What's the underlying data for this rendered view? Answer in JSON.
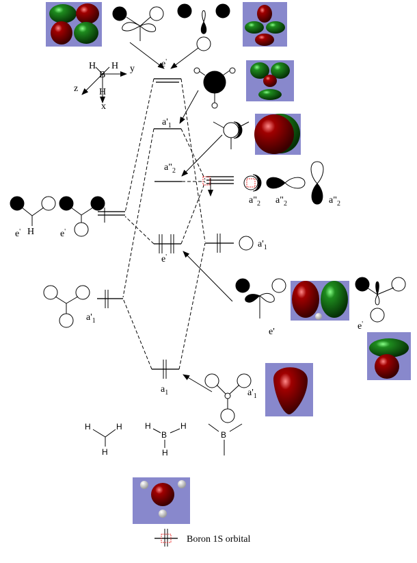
{
  "title": "BH3 molecular orbital diagram",
  "colors": {
    "orbital_background": "#8888cc",
    "positive_lobe": "#8b0000",
    "negative_lobe": "#1e7a1e"
  },
  "axes": {
    "x": "x",
    "y": "y",
    "z": "z",
    "boron": "B",
    "hydrogen": "H"
  },
  "mo_levels": {
    "e_antibonding": {
      "main": "e",
      "sup": "'"
    },
    "a1_antibonding": {
      "main": "a'",
      "sub": "1"
    },
    "a2_nonbonding": {
      "main": "a\"",
      "sub": "2"
    },
    "e_bonding": {
      "main": "e",
      "sup": "'"
    },
    "a1_bonding": {
      "main": "a",
      "sub": "1"
    }
  },
  "h3_fragment": {
    "e1": {
      "main": "e",
      "sup": "'"
    },
    "e2": {
      "main": "e",
      "sup": "'"
    },
    "e_h_label": "H",
    "a1": {
      "main": "a'",
      "sub": "1"
    }
  },
  "boron_fragment": {
    "a2_labels": [
      {
        "main": "a\"",
        "sub": "2"
      },
      {
        "main": "a\"",
        "sub": "2"
      },
      {
        "main": "a\"",
        "sub": "2"
      }
    ],
    "a1": {
      "main": "a'",
      "sub": "1"
    },
    "e_labels": [
      {
        "main": "e",
        "sup": "'"
      },
      {
        "main": "e",
        "sup": "'"
      }
    ],
    "a1_bottom": {
      "main": "a'",
      "sub": "1"
    }
  },
  "structures": {
    "h3": {
      "h1": "H",
      "h2": "H",
      "h3": "H"
    },
    "bh3": {
      "h1": "H",
      "h2": "H",
      "b": "B",
      "h3": "H"
    },
    "b": {
      "b": "B"
    }
  },
  "legend": {
    "label": "Boron 1S orbital"
  }
}
